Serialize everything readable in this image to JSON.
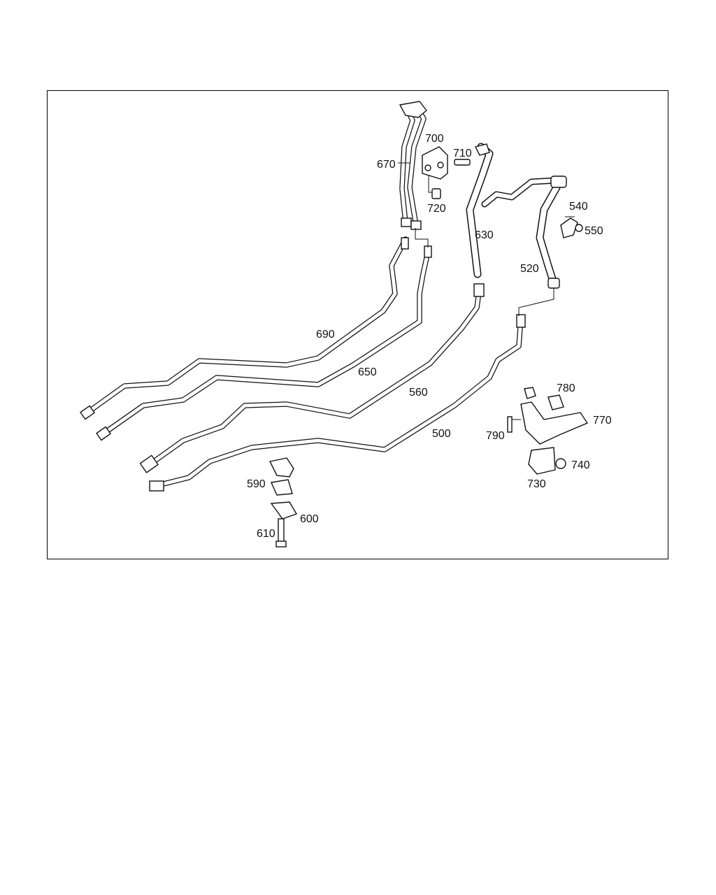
{
  "diagram": {
    "callouts": [
      {
        "id": "500",
        "text": "500"
      },
      {
        "id": "520",
        "text": "520"
      },
      {
        "id": "540",
        "text": "540"
      },
      {
        "id": "550",
        "text": "550"
      },
      {
        "id": "560",
        "text": "560"
      },
      {
        "id": "590",
        "text": "590"
      },
      {
        "id": "600",
        "text": "600"
      },
      {
        "id": "610",
        "text": "610"
      },
      {
        "id": "630",
        "text": "630"
      },
      {
        "id": "650",
        "text": "650"
      },
      {
        "id": "670",
        "text": "670"
      },
      {
        "id": "690",
        "text": "690"
      },
      {
        "id": "700",
        "text": "700"
      },
      {
        "id": "710",
        "text": "710"
      },
      {
        "id": "720",
        "text": "720"
      },
      {
        "id": "730",
        "text": "730"
      },
      {
        "id": "740",
        "text": "740"
      },
      {
        "id": "770",
        "text": "770"
      },
      {
        "id": "780",
        "text": "780"
      },
      {
        "id": "790",
        "text": "790"
      }
    ]
  }
}
